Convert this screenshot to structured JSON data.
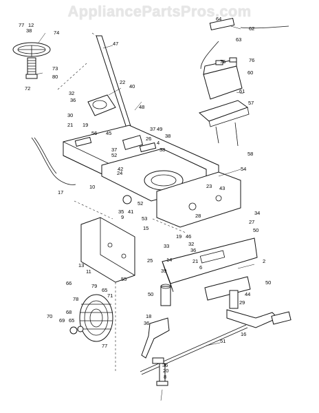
{
  "watermark": "AppliancePartsPros.com",
  "callouts": [
    "77",
    "12",
    "38",
    "74",
    "73",
    "80",
    "72",
    "47",
    "22",
    "40",
    "32",
    "36",
    "30",
    "21",
    "19",
    "56",
    "45",
    "48",
    "37",
    "49",
    "26",
    "38",
    "4",
    "38",
    "37",
    "52",
    "42",
    "24",
    "10",
    "17",
    "52",
    "35",
    "41",
    "9",
    "53",
    "15",
    "13",
    "11",
    "55",
    "54",
    "23",
    "43",
    "28",
    "46",
    "32",
    "36",
    "19",
    "33",
    "25",
    "39",
    "14",
    "21",
    "34",
    "27",
    "50",
    "2",
    "6",
    "50",
    "44",
    "29",
    "50",
    "18",
    "36",
    "66",
    "78",
    "79",
    "65",
    "71",
    "68",
    "65",
    "70",
    "69",
    "77",
    "51",
    "16",
    "36",
    "20",
    "8",
    "64",
    "62",
    "63",
    "75",
    "76",
    "60",
    "61",
    "57",
    "58"
  ]
}
